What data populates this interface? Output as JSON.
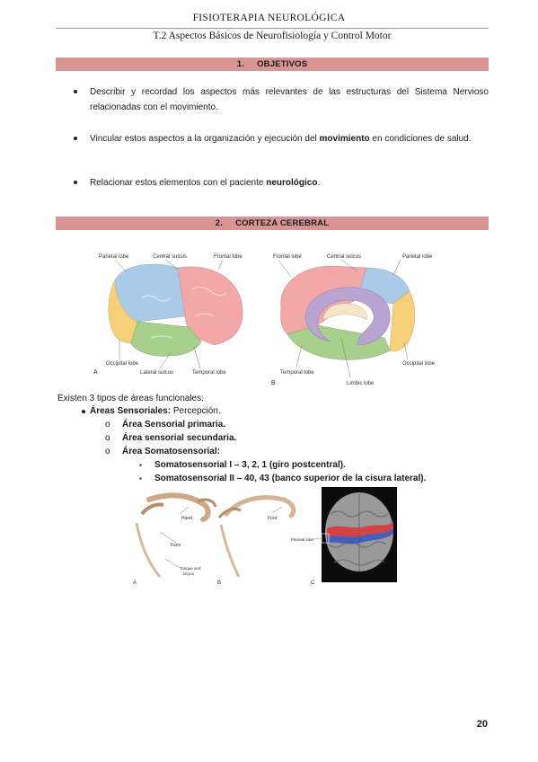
{
  "header": {
    "title": "FISIOTERAPIA NEUROLÓGICA",
    "subtitle": "T.2 Aspectos Básicos de Neurofisiología y Control Motor"
  },
  "section1": {
    "number": "1.",
    "title": "OBJETIVOS",
    "objectives": [
      {
        "before": "Describir y recordad los aspectos más relevantes de las estructuras del Sistema Nervioso relacionadas con el movimiento.",
        "bold": "",
        "after": ""
      },
      {
        "before": "Vincular estos aspectos a la organización y ejecución del ",
        "bold": "movimiento",
        "after": " en condiciones de salud."
      },
      {
        "before": "Relacionar estos elementos con el paciente ",
        "bold": "neurológico",
        "after": "."
      }
    ]
  },
  "section2": {
    "number": "2.",
    "title": "CORTEZA CEREBRAL"
  },
  "figure_brain": {
    "panel_a_letter": "A",
    "panel_b_letter": "B",
    "labels_a": {
      "parietal": "Parietal lobe",
      "central": "Central sulcus",
      "frontal": "Frontal lobe",
      "occipital": "Occipital lobe",
      "lateral": "Lateral sulcus",
      "temporal": "Temporal lobe"
    },
    "labels_b": {
      "frontal": "Frontal lobe",
      "central": "Central sulcus",
      "parietal": "Parietal lobe",
      "temporal": "Temporal lobe",
      "limbic": "Limbic lobe",
      "occipital": "Occipital lobe"
    }
  },
  "functional": {
    "intro": "Existen 3 tipos de áreas funcionales:",
    "sensory_label": "Áreas Sensoriales:",
    "sensory_desc": " Percepción.",
    "sub_marker": "o",
    "sq_marker": "▪",
    "sub_items": [
      "Área Sensorial primaria.",
      "Área sensorial secundaria.",
      "Área Somatosensorial:"
    ],
    "somato_items": [
      "Somatosensorial I – 3, 2, 1 (giro postcentral).",
      "Somatosensorial II – 40, 43 (banco superior de la cisura lateral)."
    ]
  },
  "figure_somato": {
    "panel_a_letter": "A",
    "panel_b_letter": "B",
    "panel_c_letter": "C",
    "label_hand": "Hand",
    "label_face": "Face",
    "label_tongue1": "Tongue and",
    "label_tongue2": "larynx",
    "label_foot": "Foot",
    "label_parietal": "Parietal lobe"
  },
  "page_number": "20",
  "colors": {
    "section_bar": "#d99594",
    "parietal": "#a9cbe8",
    "frontal": "#f3a7a6",
    "temporal": "#a8d08d",
    "occipital": "#f7d07a",
    "limbic": "#b9a3d1",
    "s1_red": "#d93a3a",
    "s2_blue": "#3a5bbf"
  }
}
